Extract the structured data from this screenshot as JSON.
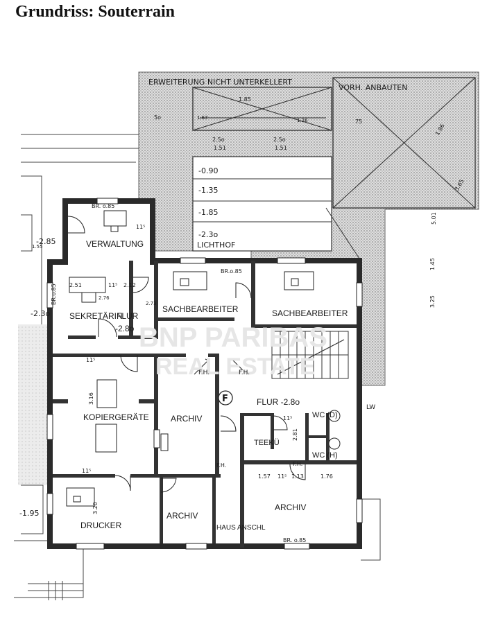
{
  "title": "Grundriss: Souterrain",
  "watermark": [
    "BNP PARIBAS",
    "REAL ESTATE"
  ],
  "annotations": {
    "erweiterung": "ERWEITERUNG NICHT UNTERKELLERT",
    "vorhanbauten": "VORH. ANBAUTEN",
    "lichthof": "LICHTHOF"
  },
  "level_marks": [
    "-0.90",
    "-1.35",
    "-1.85",
    "-2.3o"
  ],
  "rooms": {
    "verwaltung": "VERWALTUNG",
    "sekretaerin": "SEKRETÄRIN",
    "flur": "FLUR",
    "flur_level": "-2.8o",
    "sachbearbeiter_1": "SACHBEARBEITER",
    "sachbearbeiter_2": "SACHBEARBEITER",
    "kopiergeraete": "KOPIERGERÄTE",
    "archiv_1": "ARCHIV",
    "flur_2": "FLUR -2.8o",
    "teekue": "TEEKÜ",
    "wc_d": "WC (D)",
    "wc_h": "WC (H)",
    "drucker": "DRUCKER",
    "archiv_2": "ARCHIV",
    "haus_anschl": "HAUS ANSCHL",
    "archiv_3": "ARCHIV"
  },
  "dimensions": {
    "left_top": "-2.85",
    "left_mid": "-2.3o",
    "left_bottom": "-1.95",
    "br_085_top": "BR. o.85",
    "br_085_mid": "BR.o.85",
    "br_085_bottom": "BR. o.85",
    "br_085_left": "BR.o.85",
    "d_251": "2.51",
    "d_276": "2.76",
    "d_212": "2.12",
    "d_273": "2.73",
    "d_155": "1.55",
    "d_115_a": "11⁵",
    "d_115_b": "11⁵",
    "d_115_c": "11⁵",
    "d_115_d": "11⁵",
    "d_115_e": "11⁵",
    "d_115_f": "11⁵",
    "d_316": "3.16",
    "d_320": "3.20",
    "d_281": "2.81",
    "d_157": "1.57",
    "d_113": "1.13",
    "d_176": "1.76",
    "d_175": "75",
    "d_186": "1.86",
    "d_365": "3.65",
    "d_501": "5.01",
    "d_145": "1.45",
    "d_325": "3.25",
    "d_250a": "2.5o",
    "d_151a": "1.51",
    "d_250b": "2.5o",
    "d_151b": "1.51",
    "d_5o": "5o",
    "d_167": "1.67",
    "d_126": "1.26",
    "d_185": "1.85"
  },
  "symbols": {
    "fh_a": "F.H.",
    "fh_b": "F.H.",
    "fh_c": "F.H.",
    "fh_d": "F.H.",
    "f_circle": "F",
    "lw": "LW"
  }
}
